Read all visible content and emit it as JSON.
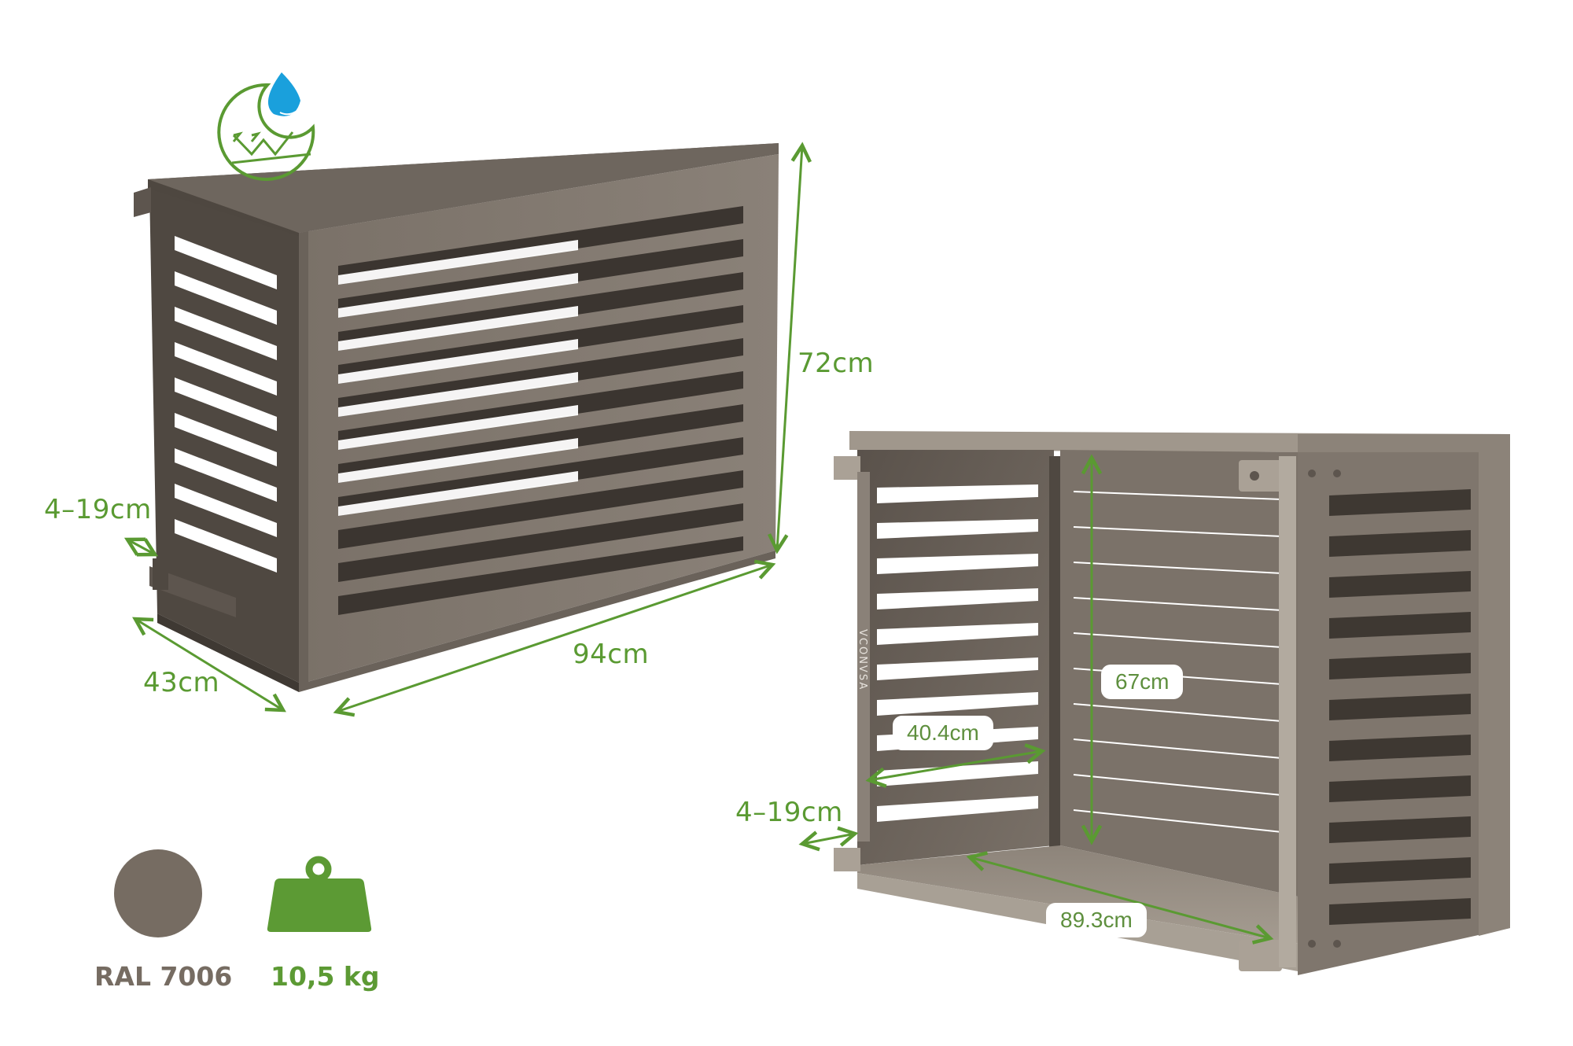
{
  "product": {
    "left_view": {
      "dimensions": {
        "height": "72cm",
        "width": "94cm",
        "depth": "43cm",
        "wall_gap": "4–19cm"
      }
    },
    "right_view": {
      "dimensions": {
        "inner_height": "67cm",
        "inner_depth": "40.4cm",
        "inner_width": "89.3cm",
        "wall_gap": "4–19cm"
      },
      "embossed_brand": "VCONVSA"
    }
  },
  "badges": {
    "weatherproof_icon": "water-resistant-icon"
  },
  "legend": {
    "color": {
      "swatch_hex": "#766c62",
      "label": "RAL 7006",
      "label_color": "#766c62"
    },
    "weight": {
      "icon": "weight-icon",
      "icon_color": "#5c9a34",
      "label": "10,5 kg",
      "label_color": "#5c9a34"
    }
  },
  "colors": {
    "accent_green": "#5a9a32",
    "cabinet_dark": "#5d554e",
    "cabinet_mid": "#7d746b",
    "cabinet_light": "#a39a90",
    "water_blue": "#1aa0dc"
  }
}
